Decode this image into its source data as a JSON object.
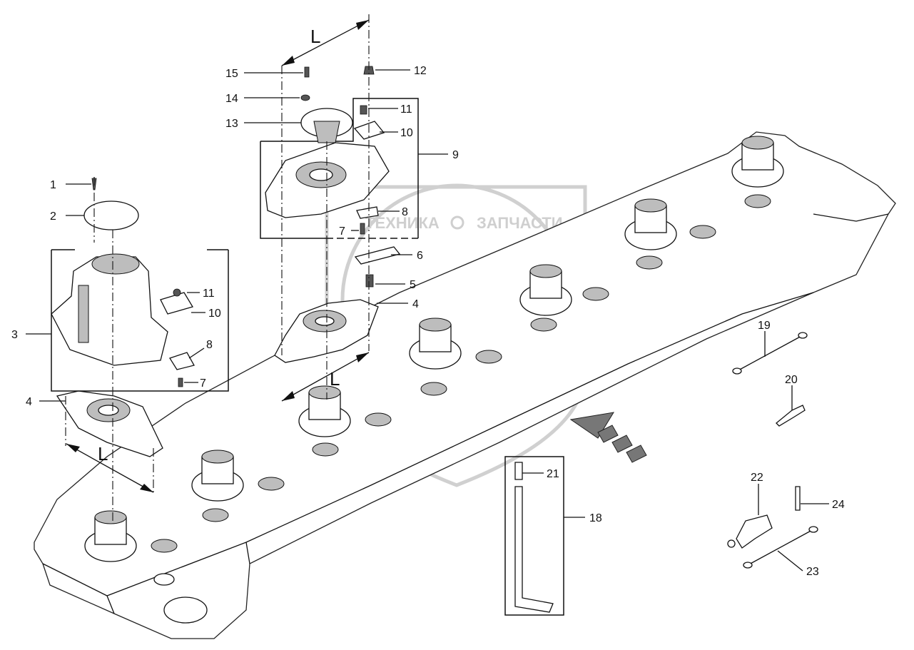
{
  "diagram": {
    "dimension_label": "L",
    "callouts": [
      "1",
      "2",
      "3",
      "4",
      "5",
      "6",
      "7",
      "8",
      "9",
      "10",
      "11",
      "12",
      "13",
      "14",
      "15",
      "18",
      "19",
      "20",
      "21",
      "22",
      "23",
      "24"
    ],
    "watermark": {
      "brand_left": "ТЕХНИКА",
      "brand_right": "ЗАПЧАСТИ"
    }
  }
}
